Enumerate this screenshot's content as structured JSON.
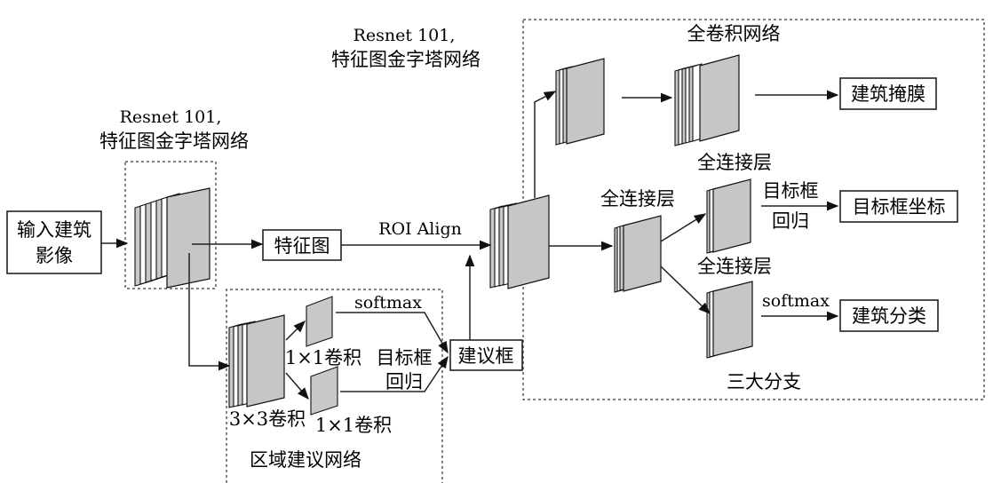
{
  "labels": {
    "resnet_top_1": "Resnet 101,",
    "resnet_top_2": "特征图金字塔网络",
    "resnet_left_1": "Resnet 101,",
    "resnet_left_2": "特征图金字塔网络",
    "full_conv": "全卷积网络",
    "input_1": "输入建筑",
    "input_2": "影像",
    "feature_map": "特征图",
    "roi_align": "ROI Align",
    "softmax_rpn": "softmax",
    "conv1x1_top": "1×1卷积",
    "target_box_rpn_1": "目标框",
    "target_box_rpn_2": "回归",
    "proposal_box": "建议框",
    "conv3x3": "3×3卷积",
    "conv1x1_bottom": "1×1卷积",
    "rpn_title": "区域建议网络",
    "fc_1": "全连接层",
    "fc_2": "全连接层",
    "fc_3": "全连接层",
    "target_box_1": "目标框",
    "target_box_2": "回归",
    "softmax_cls": "softmax",
    "building_mask": "建筑掩膜",
    "box_coords": "目标框坐标",
    "building_cls": "建筑分类",
    "three_branches": "三大分支"
  }
}
